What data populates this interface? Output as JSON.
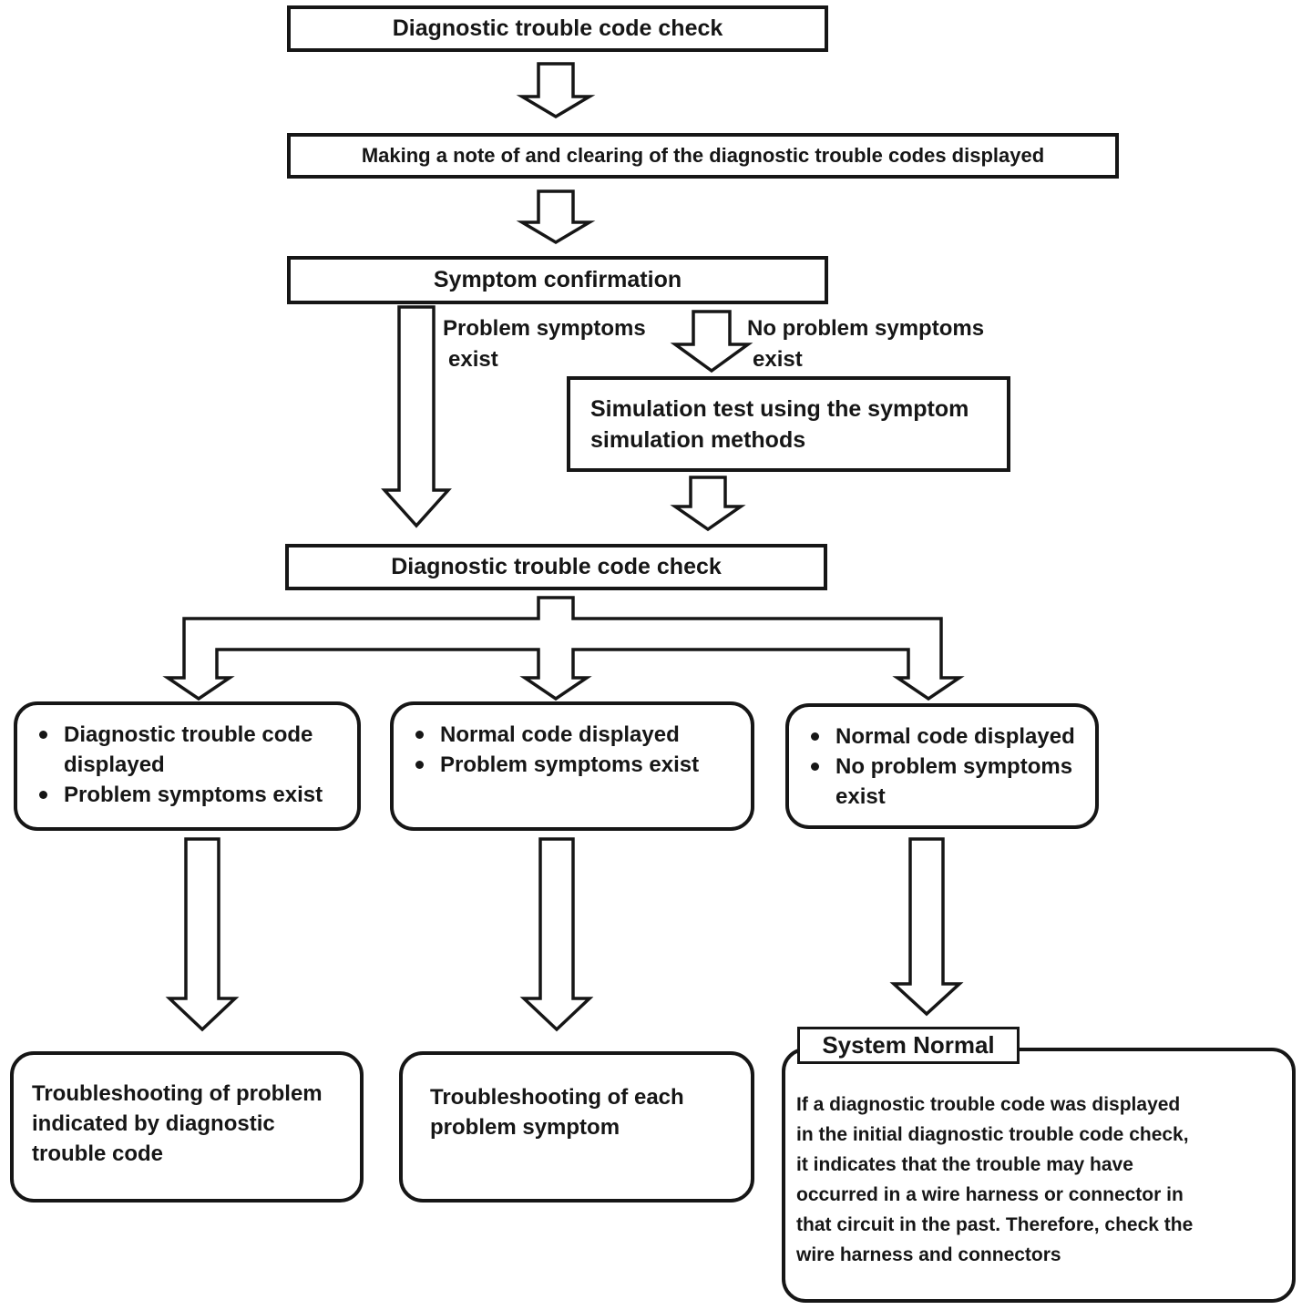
{
  "diagram": {
    "nodes": {
      "dtc_check_top": {
        "label": "Diagnostic trouble code check"
      },
      "note_and_clear": {
        "label": "Making a note of and clearing of the diagnostic trouble codes displayed"
      },
      "symptom_confirmation": {
        "label": "Symptom confirmation"
      },
      "simulation_test": {
        "lines": [
          "Simulation test using the symptom",
          "simulation methods"
        ]
      },
      "dtc_check_second": {
        "label": "Diagnostic trouble code check"
      },
      "outcome_left": {
        "bullets": [
          "Diagnostic trouble code displayed",
          "Problem symptoms exist"
        ]
      },
      "outcome_middle": {
        "bullets": [
          "Normal code displayed",
          "Problem symptoms exist"
        ]
      },
      "outcome_right": {
        "bullets": [
          "Normal code displayed",
          "No problem symptoms exist"
        ]
      },
      "troubleshoot_dtc": {
        "lines": [
          "Troubleshooting of problem",
          "indicated by diagnostic",
          "trouble code"
        ]
      },
      "troubleshoot_symptom": {
        "lines": [
          "Troubleshooting of each",
          "problem symptom"
        ]
      },
      "system_normal": {
        "title": "System Normal",
        "lines": [
          "If a diagnostic trouble code was displayed",
          "in the initial diagnostic trouble code check,",
          "it indicates that the trouble may have",
          "occurred in a wire harness or connector in",
          "that circuit in the past. Therefore, check the",
          "wire harness and connectors"
        ]
      }
    },
    "edge_labels": {
      "problem": [
        "Problem symptoms",
        "exist"
      ],
      "no_problem": [
        "No problem symptoms",
        "exist"
      ]
    },
    "colors": {
      "ink": "#161616",
      "paper": "#ffffff"
    }
  }
}
